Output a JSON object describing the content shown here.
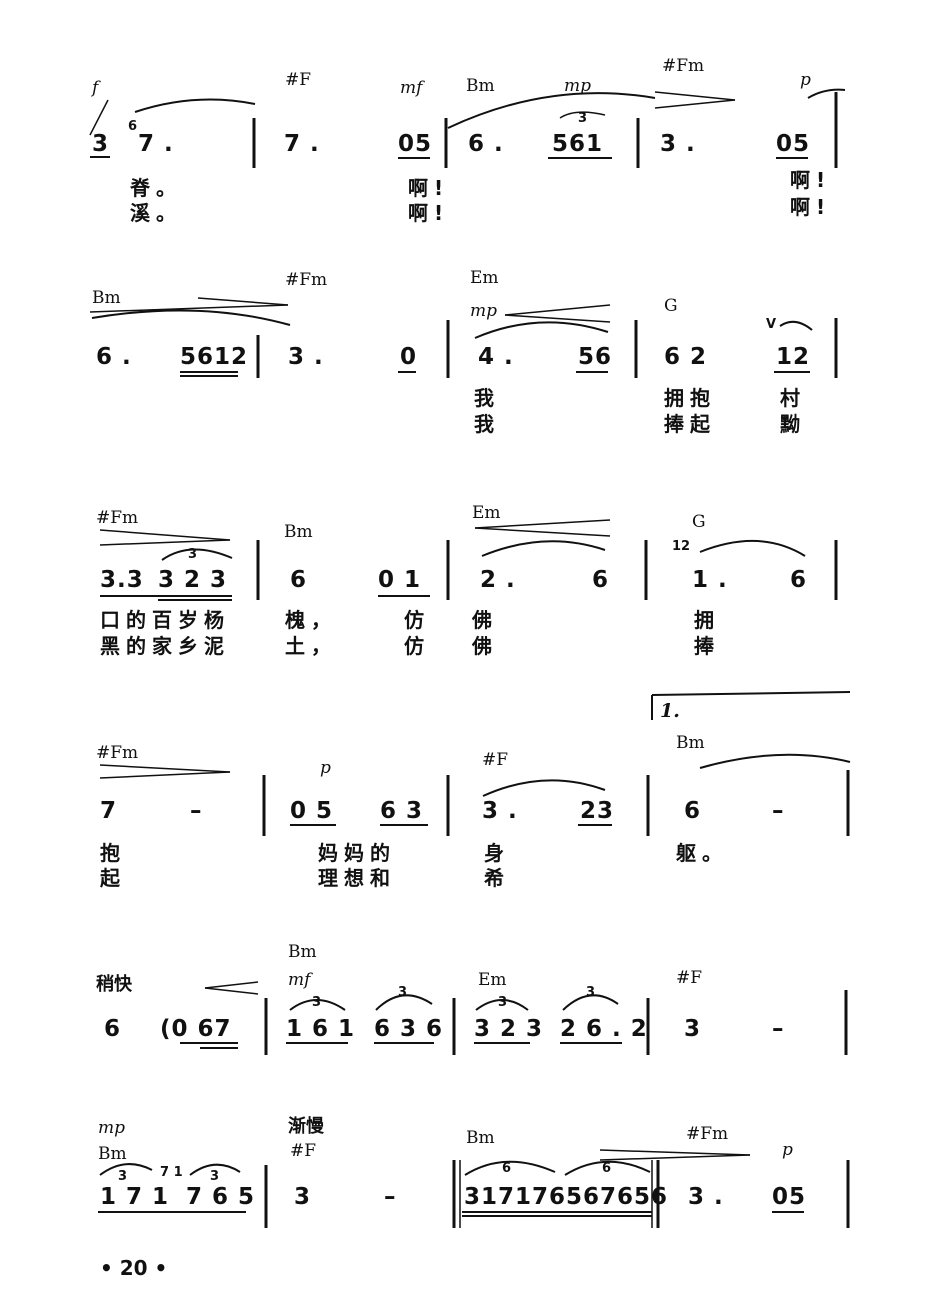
{
  "page_number": "• 20 •",
  "rows": [
    {
      "chords": [
        {
          "id": "r1c1",
          "text": "#F"
        },
        {
          "id": "r1c2",
          "text": "Bm"
        },
        {
          "id": "r1c3",
          "text": "#Fm"
        }
      ],
      "dynamics": [
        {
          "id": "r1d1",
          "text": "f"
        },
        {
          "id": "r1d2",
          "text": "mf"
        },
        {
          "id": "r1d3",
          "text": "mp"
        },
        {
          "id": "r1d4",
          "text": "p"
        }
      ],
      "notes": [
        {
          "id": "r1n1",
          "text": "3"
        },
        {
          "id": "r1n2",
          "text": "7 ."
        },
        {
          "id": "r1n3",
          "text": "7 ."
        },
        {
          "id": "r1n4",
          "text": "05"
        },
        {
          "id": "r1n5",
          "text": "6 ."
        },
        {
          "id": "r1n6",
          "text": "561"
        },
        {
          "id": "r1n7",
          "text": "3 ."
        },
        {
          "id": "r1n8",
          "text": "05"
        }
      ],
      "small": [
        {
          "id": "r1s1",
          "text": "6"
        },
        {
          "id": "r1s2",
          "text": "3"
        }
      ],
      "lyrics1": [
        {
          "id": "r1l1",
          "text": "脊。"
        },
        {
          "id": "r1l2",
          "text": "啊!"
        },
        {
          "id": "r1l3",
          "text": "啊!"
        }
      ],
      "lyrics2": [
        {
          "id": "r1m1",
          "text": "溪。"
        },
        {
          "id": "r1m2",
          "text": "啊!"
        },
        {
          "id": "r1m3",
          "text": "啊!"
        }
      ]
    },
    {
      "chords": [
        {
          "id": "r2c1",
          "text": "Bm"
        },
        {
          "id": "r2c2",
          "text": "#Fm"
        },
        {
          "id": "r2c3",
          "text": "Em"
        },
        {
          "id": "r2c4",
          "text": "G"
        }
      ],
      "dynamics": [
        {
          "id": "r2d1",
          "text": "mp"
        },
        {
          "id": "r2d2",
          "text": "V"
        }
      ],
      "notes": [
        {
          "id": "r2n1",
          "text": "6 ."
        },
        {
          "id": "r2n2",
          "text": "5612"
        },
        {
          "id": "r2n3",
          "text": "3 ."
        },
        {
          "id": "r2n4",
          "text": "0"
        },
        {
          "id": "r2n5",
          "text": "4 ."
        },
        {
          "id": "r2n6",
          "text": "56"
        },
        {
          "id": "r2n7",
          "text": "6 2"
        },
        {
          "id": "r2n8",
          "text": "12"
        }
      ],
      "lyrics1": [
        {
          "id": "r2l1",
          "text": "我"
        },
        {
          "id": "r2l2",
          "text": "拥抱"
        },
        {
          "id": "r2l3",
          "text": "村"
        }
      ],
      "lyrics2": [
        {
          "id": "r2m1",
          "text": "我"
        },
        {
          "id": "r2m2",
          "text": "捧起"
        },
        {
          "id": "r2m3",
          "text": "黝"
        }
      ]
    },
    {
      "chords": [
        {
          "id": "r3c1",
          "text": "#Fm"
        },
        {
          "id": "r3c2",
          "text": "Bm"
        },
        {
          "id": "r3c3",
          "text": "Em"
        },
        {
          "id": "r3c4",
          "text": "G"
        }
      ],
      "notes": [
        {
          "id": "r3n1",
          "text": "3.3"
        },
        {
          "id": "r3n2",
          "text": "3 2 3"
        },
        {
          "id": "r3n3",
          "text": "6"
        },
        {
          "id": "r3n4",
          "text": "0 1"
        },
        {
          "id": "r3n5",
          "text": "2 ."
        },
        {
          "id": "r3n6",
          "text": "6"
        },
        {
          "id": "r3n7",
          "text": "1 ."
        },
        {
          "id": "r3n8",
          "text": "6"
        }
      ],
      "small": [
        {
          "id": "r3s1",
          "text": "3"
        },
        {
          "id": "r3s2",
          "text": "12"
        }
      ],
      "lyrics1": [
        {
          "id": "r3l1",
          "text": "口的百岁杨"
        },
        {
          "id": "r3l2",
          "text": "槐，"
        },
        {
          "id": "r3l3",
          "text": "仿"
        },
        {
          "id": "r3l4",
          "text": "佛"
        },
        {
          "id": "r3l5",
          "text": "拥"
        }
      ],
      "lyrics2": [
        {
          "id": "r3m1",
          "text": "黑的家乡泥"
        },
        {
          "id": "r3m2",
          "text": "土，"
        },
        {
          "id": "r3m3",
          "text": "仿"
        },
        {
          "id": "r3m4",
          "text": "佛"
        },
        {
          "id": "r3m5",
          "text": "捧"
        }
      ]
    },
    {
      "volta": "1.",
      "chords": [
        {
          "id": "r4c1",
          "text": "#Fm"
        },
        {
          "id": "r4c2",
          "text": "#F"
        },
        {
          "id": "r4c3",
          "text": "Bm"
        }
      ],
      "dynamics": [
        {
          "id": "r4d1",
          "text": "p"
        }
      ],
      "notes": [
        {
          "id": "r4n1",
          "text": "7"
        },
        {
          "id": "r4n2",
          "text": "–"
        },
        {
          "id": "r4n3",
          "text": "0 5"
        },
        {
          "id": "r4n4",
          "text": "6 3"
        },
        {
          "id": "r4n5",
          "text": "3 ."
        },
        {
          "id": "r4n6",
          "text": "23"
        },
        {
          "id": "r4n7",
          "text": "6"
        },
        {
          "id": "r4n8",
          "text": "–"
        }
      ],
      "lyrics1": [
        {
          "id": "r4l1",
          "text": "抱"
        },
        {
          "id": "r4l2",
          "text": "妈妈的"
        },
        {
          "id": "r4l3",
          "text": "身"
        },
        {
          "id": "r4l4",
          "text": "躯。"
        }
      ],
      "lyrics2": [
        {
          "id": "r4m1",
          "text": "起"
        },
        {
          "id": "r4m2",
          "text": "理想和"
        },
        {
          "id": "r4m3",
          "text": "希"
        }
      ]
    },
    {
      "tempo": "稍快",
      "chords": [
        {
          "id": "r5c1",
          "text": "Bm"
        },
        {
          "id": "r5c2",
          "text": "Em"
        },
        {
          "id": "r5c3",
          "text": "#F"
        }
      ],
      "dynamics": [
        {
          "id": "r5d1",
          "text": "mf"
        }
      ],
      "notes": [
        {
          "id": "r5n1",
          "text": "6"
        },
        {
          "id": "r5n2",
          "text": "(0 67"
        },
        {
          "id": "r5n3",
          "text": "1 6 1"
        },
        {
          "id": "r5n4",
          "text": "6 3 6"
        },
        {
          "id": "r5n5",
          "text": "3 2 3"
        },
        {
          "id": "r5n6",
          "text": "2 6 . 2"
        },
        {
          "id": "r5n7",
          "text": "3"
        },
        {
          "id": "r5n8",
          "text": "–"
        }
      ],
      "small": [
        {
          "id": "r5s1",
          "text": "3"
        },
        {
          "id": "r5s2",
          "text": "3"
        },
        {
          "id": "r5s3",
          "text": "3"
        },
        {
          "id": "r5s4",
          "text": "3"
        }
      ]
    },
    {
      "tempo": "渐慢",
      "chords": [
        {
          "id": "r6c1",
          "text": "Bm"
        },
        {
          "id": "r6c2",
          "text": "#F"
        },
        {
          "id": "r6c3",
          "text": "Bm"
        },
        {
          "id": "r6c4",
          "text": "#Fm"
        }
      ],
      "dynamics": [
        {
          "id": "r6d1",
          "text": "mp"
        },
        {
          "id": "r6d2",
          "text": "p"
        }
      ],
      "notes": [
        {
          "id": "r6n1",
          "text": "1 7 1"
        },
        {
          "id": "r6n2",
          "text": "7 6 5"
        },
        {
          "id": "r6n3",
          "text": "3"
        },
        {
          "id": "r6n4",
          "text": "–"
        },
        {
          "id": "r6n5",
          "text": "317176"
        },
        {
          "id": "r6n6",
          "text": "567656"
        },
        {
          "id": "r6n7",
          "text": "3 ."
        },
        {
          "id": "r6n8",
          "text": "05"
        }
      ],
      "small": [
        {
          "id": "r6s1",
          "text": "3"
        },
        {
          "id": "r6s2",
          "text": "7 1"
        },
        {
          "id": "r6s3",
          "text": "3"
        },
        {
          "id": "r6s4",
          "text": "6"
        },
        {
          "id": "r6s5",
          "text": "6"
        }
      ]
    }
  ]
}
